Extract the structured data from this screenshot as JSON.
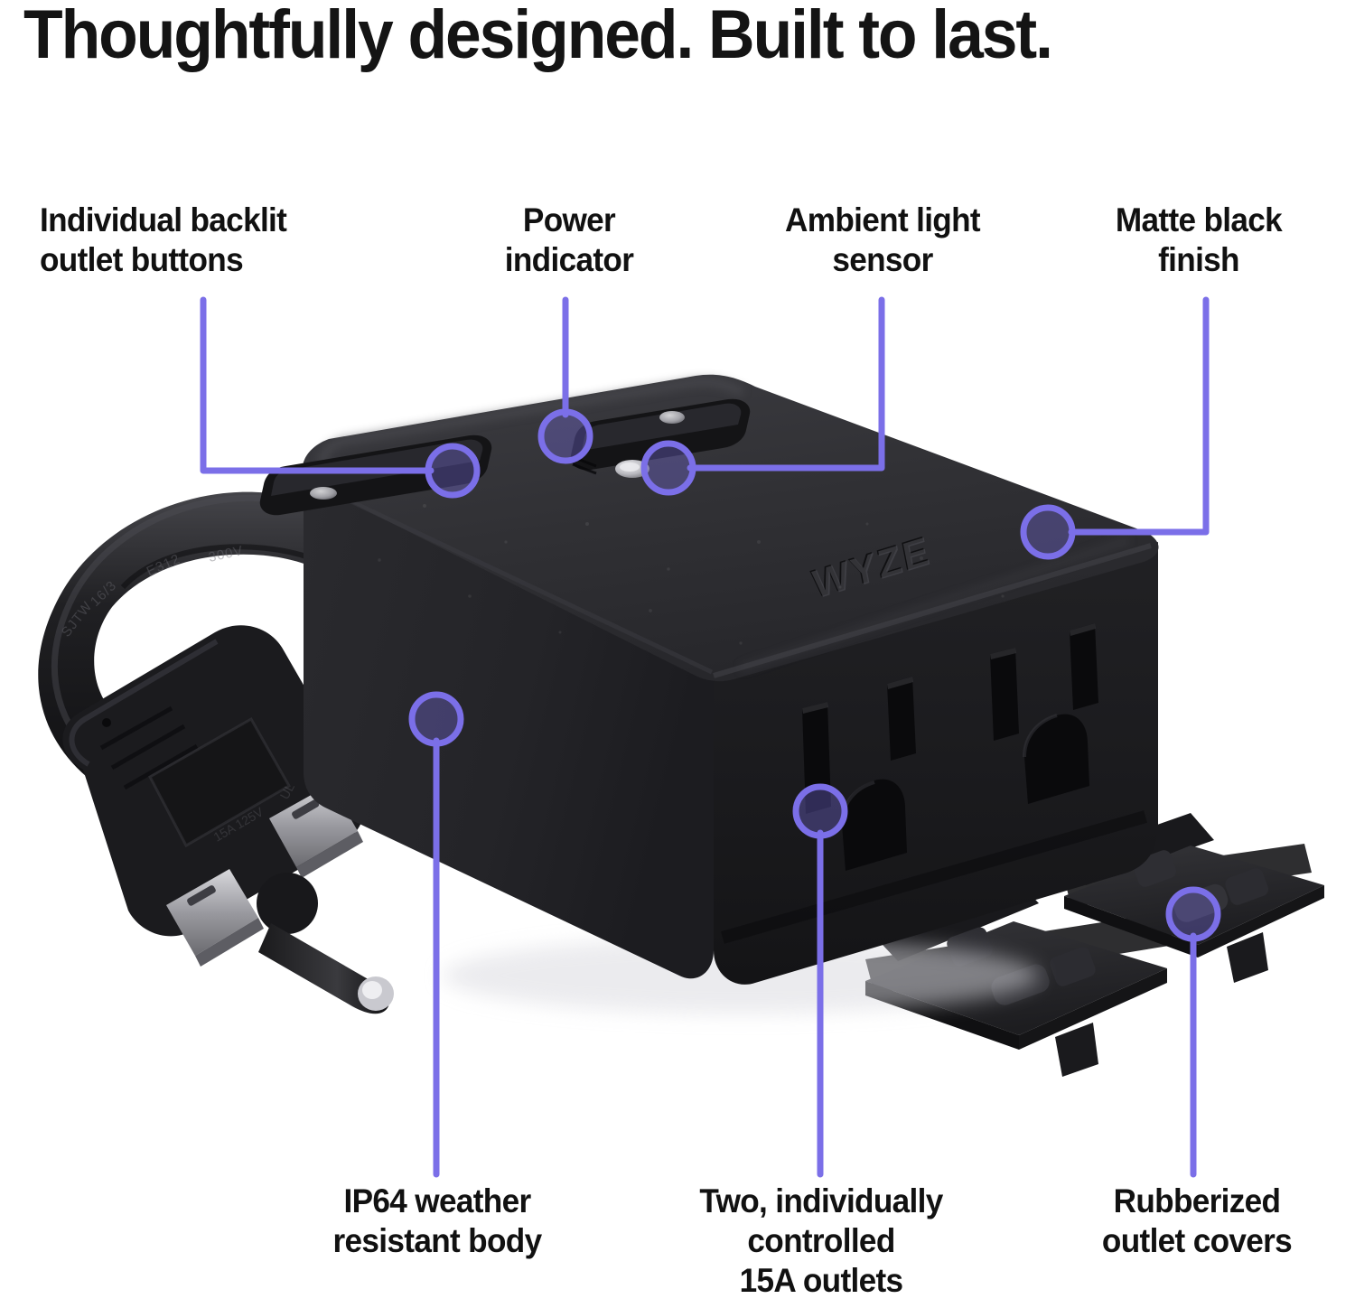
{
  "headline": "Thoughtfully designed. Built to last.",
  "theme": {
    "accent": "#7B6FE8",
    "accent_fill": "rgba(123,111,232,0.34)",
    "text": "#141414",
    "background": "#FFFFFF",
    "body_black": "#232326",
    "body_black_dark": "#121214",
    "body_black_top": "#36363A"
  },
  "product": {
    "brand_logo": "WYZE",
    "device_type": "outdoor smart plug"
  },
  "callouts": [
    {
      "id": "backlit-buttons",
      "label": "Individual backlit\noutlet buttons",
      "line_1": "Individual backlit",
      "line_2": "outlet buttons",
      "position": "top-left",
      "target": "outlet-button-left"
    },
    {
      "id": "power-indicator",
      "label": "Power\nindicator",
      "line_1": "Power",
      "line_2": "indicator",
      "position": "top-center-left",
      "target": "outlet-button-right"
    },
    {
      "id": "ambient-light-sensor",
      "label": "Ambient light\nsensor",
      "line_1": "Ambient light",
      "line_2": "sensor",
      "position": "top-center-right",
      "target": "light-sensor-dot"
    },
    {
      "id": "matte-black-finish",
      "label": "Matte black\nfinish",
      "line_1": "Matte black",
      "line_2": "finish",
      "position": "top-right",
      "target": "device-top-surface"
    },
    {
      "id": "ip64-body",
      "label": "IP64 weather\nresistant body",
      "line_1": "IP64 weather",
      "line_2": "resistant body",
      "position": "bottom-left",
      "target": "device-left-face"
    },
    {
      "id": "two-outlets",
      "label": "Two, individually\ncontrolled\n15A outlets",
      "line_1": "Two, individually",
      "line_2": "controlled",
      "line_3": "15A outlets",
      "position": "bottom-center",
      "target": "outlet-socket-left"
    },
    {
      "id": "rubberized-covers",
      "label": "Rubberized\noutlet covers",
      "line_1": "Rubberized",
      "line_2": "outlet covers",
      "position": "bottom-right",
      "target": "outlet-cover-right"
    }
  ]
}
